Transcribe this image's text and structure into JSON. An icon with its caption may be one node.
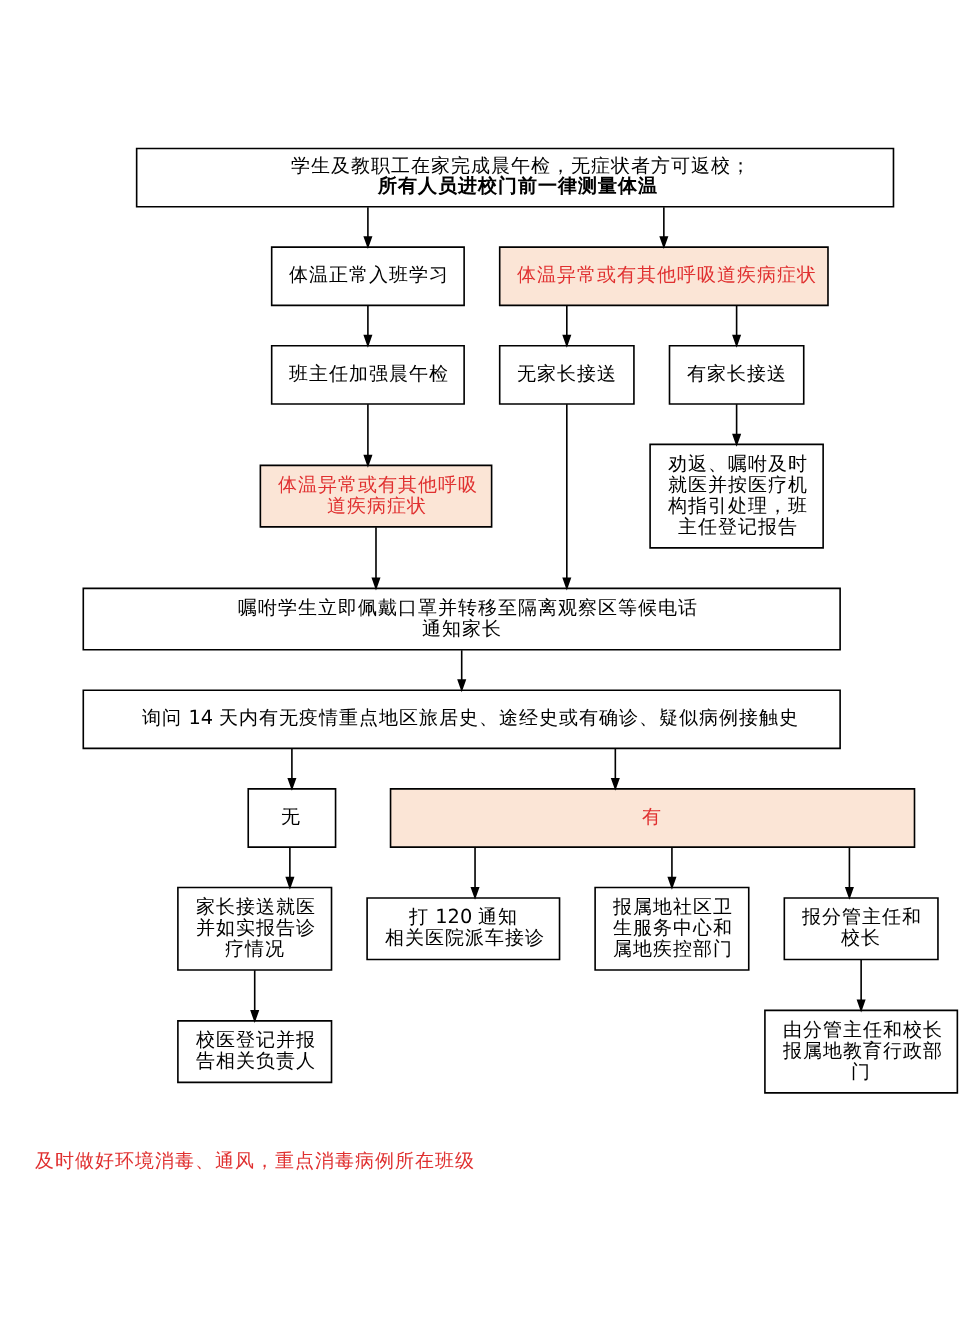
{
  "diagram": {
    "nodes": [
      {
        "text": [
          "学生及教职工在家完成晨午检，无症状者方可返校；",
          "所有人员进校门前一律测量体温"
        ]
      },
      {
        "text": [
          "体温正常入班学习"
        ]
      },
      {
        "text": [
          "体温异常或有其他呼吸道疾病症状"
        ]
      },
      {
        "text": [
          "班主任加强晨午检"
        ]
      },
      {
        "text": [
          "无家长接送"
        ]
      },
      {
        "text": [
          "有家长接送"
        ]
      },
      {
        "text": [
          "体温异常或有其他呼吸道疾病症状"
        ]
      },
      {
        "text": [
          "劝返、嘱咐及时就医并按医疗机构指引处理，班主任登记报告"
        ]
      },
      {
        "text": [
          "嘱咐学生立即佩戴口罩并转移至隔离观察区等候电话通知家长"
        ]
      },
      {
        "text": [
          "询问 14 天内有无疫情重点地区旅居史、途经史或有确诊、疑似病例接触史"
        ]
      },
      {
        "text": [
          "无"
        ]
      },
      {
        "text": [
          "有"
        ]
      },
      {
        "text": [
          "家长接送就医并如实报告诊疗情况"
        ]
      },
      {
        "text": [
          "打 120 通知相关医院派车接诊"
        ]
      },
      {
        "text": [
          "报属地社区卫生服务中心和属地疾控部门"
        ]
      },
      {
        "text": [
          "报分管主任和校长"
        ]
      },
      {
        "text": [
          "校医登记并报告相关负责人"
        ]
      },
      {
        "text": [
          "由分管主任和校长报属地教育行政部门"
        ]
      }
    ],
    "edges": [
      {
        "from": 0,
        "to": 1,
        "arrow": "to"
      },
      {
        "from": 0,
        "to": 2,
        "arrow": "to"
      },
      {
        "from": 1,
        "to": 3,
        "arrow": "to"
      },
      {
        "from": 3,
        "to": 6,
        "arrow": "to"
      },
      {
        "from": 2,
        "to": 4,
        "arrow": "to"
      },
      {
        "from": 2,
        "to": 5,
        "arrow": "to"
      },
      {
        "from": 5,
        "to": 7,
        "arrow": "to"
      },
      {
        "from": 6,
        "to": 8,
        "arrow": "to"
      },
      {
        "from": 4,
        "to": 8,
        "arrow": "to"
      },
      {
        "from": 8,
        "to": 9,
        "arrow": "to"
      },
      {
        "from": 9,
        "to": 10,
        "arrow": "to"
      },
      {
        "from": 9,
        "to": 11,
        "arrow": "to"
      },
      {
        "from": 10,
        "to": 12,
        "arrow": "to"
      },
      {
        "from": 12,
        "to": 16,
        "arrow": "to"
      },
      {
        "from": 11,
        "to": 13,
        "arrow": "to"
      },
      {
        "from": 11,
        "to": 14,
        "arrow": "to"
      },
      {
        "from": 11,
        "to": 15,
        "arrow": "to"
      },
      {
        "from": 15,
        "to": 17,
        "arrow": "to"
      }
    ],
    "labels": [
      "及时做好环境消毒、通风，重点消毒病例所在班级"
    ]
  }
}
